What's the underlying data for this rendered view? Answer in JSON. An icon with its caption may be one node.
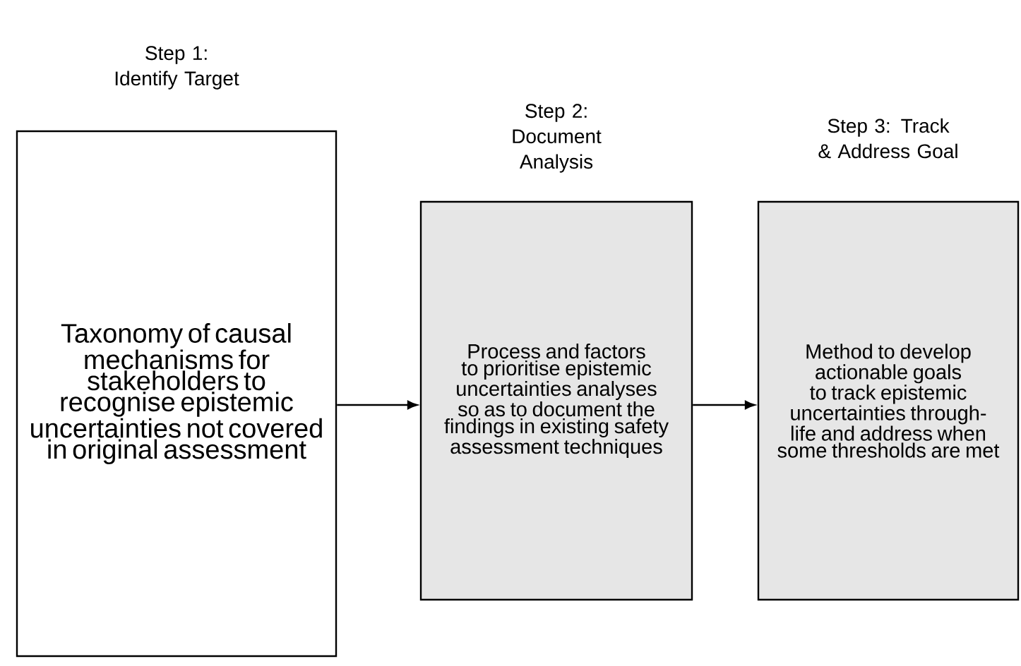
{
  "diagram": {
    "nodes": [
      {
        "text": [
          "Step 1: Identify Target",
          "Taxonomy of causal mechanisms for stakeholders to recognise epistemic uncertainties not covered in original assessment"
        ]
      },
      {
        "text": [
          "Step 2: Document Analysis",
          "Process and factors to prioritise epistemic uncertainties analyses so as to document the findings in existing safety assessment techniques"
        ]
      },
      {
        "text": [
          "Step 3: Track & Address Goal",
          "Method to develop actionable goals to track epistemic uncertainties through-life and address when some thresholds are met"
        ]
      }
    ],
    "edges": [
      {
        "from": 0,
        "to": 1,
        "arrow": "to"
      },
      {
        "from": 1,
        "to": 2,
        "arrow": "to"
      }
    ]
  }
}
